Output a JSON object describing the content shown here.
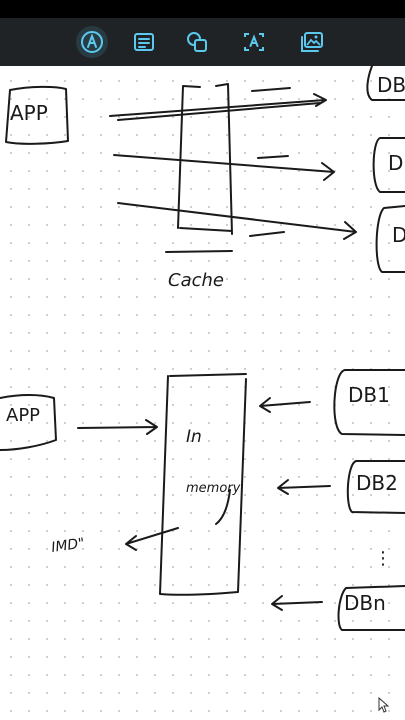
{
  "toolbar": {
    "tools": [
      {
        "id": "pen",
        "icon": "pen-icon",
        "active": true
      },
      {
        "id": "notes",
        "icon": "note-icon",
        "active": false
      },
      {
        "id": "shapes",
        "icon": "shapes-icon",
        "active": false
      },
      {
        "id": "text",
        "icon": "text-icon",
        "active": false
      },
      {
        "id": "image",
        "icon": "image-icon",
        "active": false
      }
    ],
    "accent": "#5bc8ee"
  },
  "canvas": {
    "diagram1": {
      "app_label": "APP",
      "cache_label": "Cache",
      "db_labels": [
        "DB",
        "D",
        "D"
      ]
    },
    "diagram2": {
      "app_label": "APP",
      "memory_label_line1": "In",
      "memory_label_line2": "memory",
      "imdb_label": "IMD\"",
      "db_labels": [
        "DB1",
        "DB2",
        "DBn"
      ],
      "ellipsis": "⋮"
    }
  }
}
